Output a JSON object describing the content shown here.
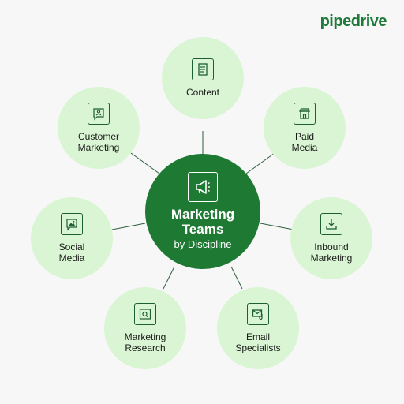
{
  "brand": {
    "logo_text": "pipedrive",
    "accent": "#1d7a3a"
  },
  "center": {
    "title_line1": "Marketing",
    "title_line2": "Teams",
    "subtitle": "by Discipline",
    "icon": "megaphone-icon",
    "fill": "#1e7a33"
  },
  "nodes": [
    {
      "label": "Content",
      "icon": "document-icon"
    },
    {
      "label": "Paid\nMedia",
      "icon": "storefront-icon"
    },
    {
      "label": "Inbound\nMarketing",
      "icon": "download-tray-icon"
    },
    {
      "label": "Email\nSpecialists",
      "icon": "email-attachment-icon"
    },
    {
      "label": "Marketing\nResearch",
      "icon": "search-window-icon"
    },
    {
      "label": "Social\nMedia",
      "icon": "image-chat-icon"
    },
    {
      "label": "Customer\nMarketing",
      "icon": "user-chat-icon"
    }
  ],
  "colors": {
    "node_fill": "#d9f5d3",
    "background": "#f7f7f7",
    "line": "#2f5e3c"
  }
}
